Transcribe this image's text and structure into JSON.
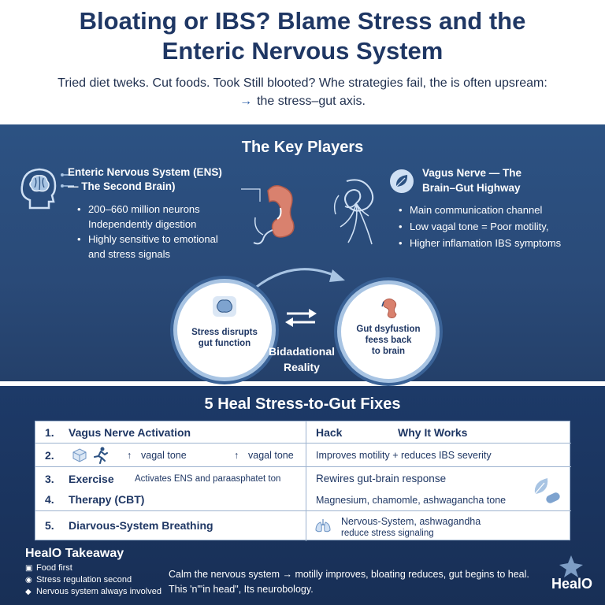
{
  "header": {
    "title_line1": "Bloating or IBS? Blame Stress and the",
    "title_line2": "Enteric Nervous System",
    "subtitle_line1": "Tried diet tweks. Cut foods. Took Still blooted? Whe strategies fail, the is often upsream:",
    "subtitle_arrow": "→",
    "subtitle_line2": "the stress–gut axis."
  },
  "players": {
    "title": "The Key Players",
    "ens": {
      "heading_line1": "Enteric Nervous System (ENS)",
      "heading_line2": "— The Second Brain)",
      "bullet1": "200–660 million neurons",
      "bullet1b": "Independently digestion",
      "bullet2": "Highly sensitive to emotional",
      "bullet2b": "and stress signals"
    },
    "vagus": {
      "heading_line1": "Vagus Nerve — The",
      "heading_line2": "Brain–Gut Highway",
      "bullet1": "Main communication channel",
      "bullet2": "Low vagal tone = Poor motility,",
      "bullet2b": "Higher inflamation IBS symptoms"
    },
    "left_circle_line1": "Stress disrupts",
    "left_circle_line2": "gut function",
    "right_circle_line1": "Gut dsyfustion",
    "right_circle_line2": "feess back",
    "right_circle_line3": "to brain",
    "bidir_line1": "Bidadational",
    "bidir_line2": "Reality"
  },
  "fixes": {
    "title": "5 Heal Stress-to-Gut Fixes",
    "row1": {
      "num": "1.",
      "label": "Vagus Nerve Activation",
      "col2a": "Hack",
      "col2b": "Why It Works"
    },
    "row2": {
      "num": "2.",
      "marker1": "↑",
      "text1": "vagal tone",
      "marker2": "↑",
      "text2": "vagal tone",
      "col2": "Improves motility + reduces IBS severity"
    },
    "row3": {
      "num": "3.",
      "label": "Exercise",
      "detail": "Activates ENS and paraasphatet ton",
      "col2": "Rewires gut-brain response"
    },
    "row4": {
      "num": "4.",
      "label": "Therapy (CBT)",
      "col2": "Magnesium, chamomle, ashwagancha tone"
    },
    "row5": {
      "num": "5.",
      "label": "Diarvous-System Breathing",
      "col2a": "Nervous-System, ashwagandha",
      "col2b": "reduce stress signaling"
    }
  },
  "takeaway": {
    "title": "HealO Takeaway",
    "items": [
      "Food first",
      "Stress regulation second",
      "Nervous system always involved"
    ],
    "main_line1": "Calm the nervous system → motilly improves, bloating reduces, gut begins to heal.",
    "main_line2": "This 'n'\"in head\", Its neurobology.",
    "logo": "HealO"
  },
  "colors": {
    "header_title": "#1f3764",
    "section_blue": "#2c5283",
    "section_dark": "#1d3a68",
    "accent": "#2b5ea7",
    "circle_ring": "#a8c4e3"
  }
}
